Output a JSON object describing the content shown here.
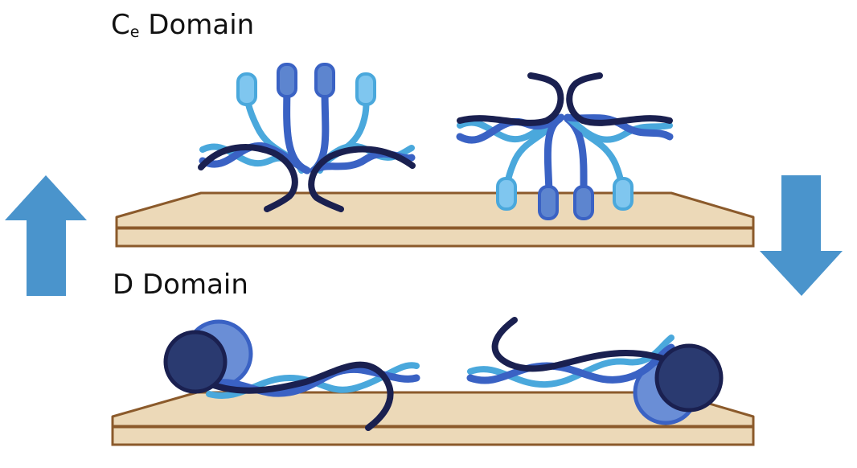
{
  "labels": {
    "ce_main": "C",
    "ce_sub": "e",
    "ce_suffix": " Domain",
    "d_domain": "D Domain"
  },
  "colors": {
    "surface_fill": "#ecd9b8",
    "surface_edge": "#8b5a2b",
    "arrow": "#4a94cc",
    "navy": "#1a2050",
    "royal_blue": "#3a62c4",
    "light_blue": "#4aa8dc",
    "tip_light": "#7fc6ef",
    "tip_mid": "#5d85cf",
    "ball_dark": "#2a3a70",
    "ball_light": "#6a8ed6"
  },
  "icons": {
    "up_arrow": "arrow-up-icon",
    "down_arrow": "arrow-down-icon"
  }
}
